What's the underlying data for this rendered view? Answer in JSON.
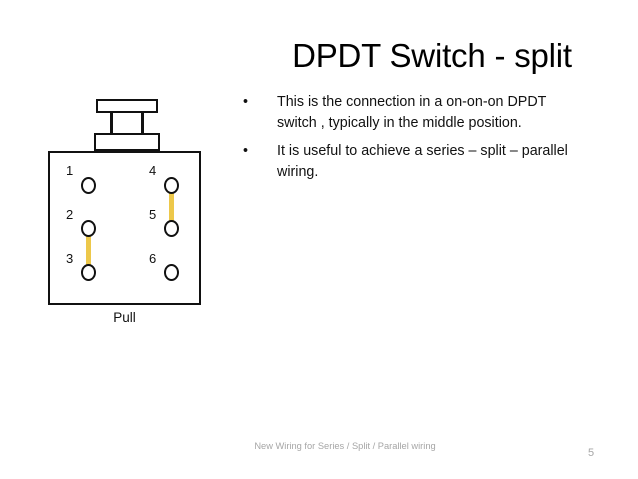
{
  "slide": {
    "title": "DPDT Switch - split",
    "page_number": "5",
    "footer": "New Wiring for Series / Split / Parallel wiring",
    "background_color": "#ffffff",
    "text_color": "#000000",
    "footer_color": "#a6a6a6"
  },
  "bullets": [
    {
      "marker": "•",
      "text": "This is the connection in a on-on-on DPDT switch , typically in the middle position."
    },
    {
      "marker": "•",
      "text": "It is useful to achieve a series – split – parallel wiring."
    }
  ],
  "diagram": {
    "name": "dpdt-switch",
    "pull_label": "Pull",
    "outline_color": "#111111",
    "wire_color": "#edc84a",
    "terminals": [
      {
        "id": "1",
        "label": "1",
        "column": "left",
        "row": 1,
        "connected": false
      },
      {
        "id": "2",
        "label": "2",
        "column": "left",
        "row": 2,
        "connected": true
      },
      {
        "id": "3",
        "label": "3",
        "column": "left",
        "row": 3,
        "connected": true
      },
      {
        "id": "4",
        "label": "4",
        "column": "right",
        "row": 1,
        "connected": true
      },
      {
        "id": "5",
        "label": "5",
        "column": "right",
        "row": 2,
        "connected": true
      },
      {
        "id": "6",
        "label": "6",
        "column": "right",
        "row": 3,
        "connected": false
      }
    ],
    "wires": [
      {
        "id": "wire-2-3",
        "from": "2",
        "to": "3",
        "color": "#edc84a"
      },
      {
        "id": "wire-4-5",
        "from": "4",
        "to": "5",
        "color": "#edc84a"
      }
    ]
  }
}
